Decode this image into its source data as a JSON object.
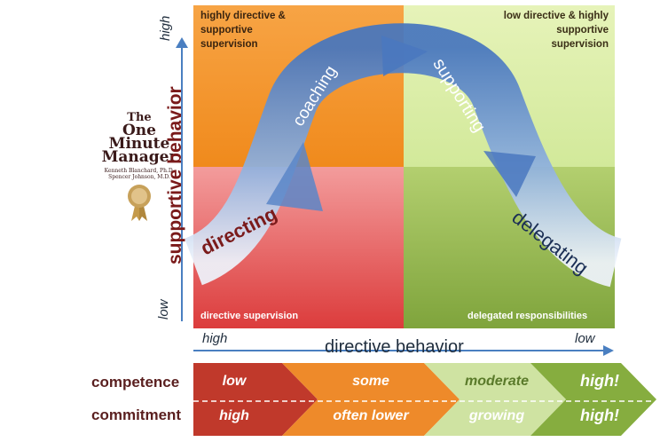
{
  "quadrants": {
    "top_left": "highly directive & supportive supervision",
    "top_right": "low directive & highly supportive supervision",
    "bottom_left": "directive supervision",
    "bottom_right": "delegated responsibilities"
  },
  "styles": {
    "coaching": "coaching",
    "supporting": "supporting",
    "directing": "directing",
    "delegating": "delegating"
  },
  "y_axis": {
    "label": "supportive behavior",
    "high": "high",
    "low": "low"
  },
  "x_axis": {
    "label": "directive behavior",
    "high": "high",
    "low": "low"
  },
  "rows": {
    "competence": {
      "label": "competence",
      "values": [
        "low",
        "some",
        "moderate",
        "high!"
      ]
    },
    "commitment": {
      "label": "commitment",
      "values": [
        "high",
        "often lower",
        "growing",
        "high!"
      ]
    }
  },
  "book": {
    "title_line1": "The",
    "title_line2": "One",
    "title_line3": "Minute",
    "title_line4": "Manager",
    "authors": "Kenneth Blanchard, Ph.D. Spencer Johnson, M.D."
  },
  "colors": {
    "low": "#c0392b",
    "some": "#ee8a2a",
    "moderate": "#cfe3a2",
    "high": "#86ad3f",
    "arrow_blue": "#4a7fc1"
  }
}
